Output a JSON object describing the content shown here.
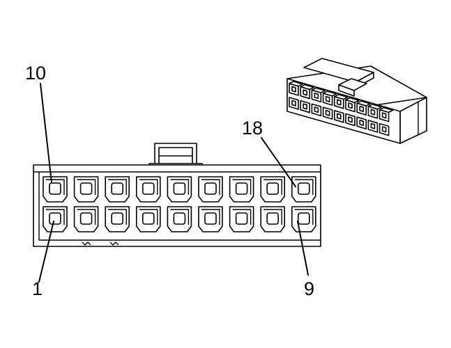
{
  "labels": {
    "top_left": "10",
    "top_right": "18",
    "bottom_left": "1",
    "bottom_right": "9"
  },
  "connector": {
    "rows": 2,
    "cavities_per_row": 9,
    "total_cavities": 18
  },
  "inset": {
    "rows": 2,
    "cavities_per_row": 9
  }
}
